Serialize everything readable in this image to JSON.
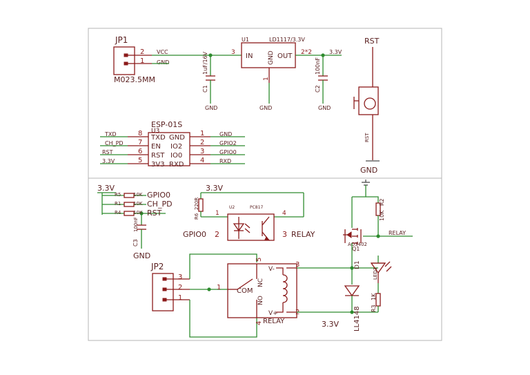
{
  "frame": {
    "border_color": "#b4b4b4"
  },
  "colors": {
    "part": "#8b1a1a",
    "wire": "#2e8b2e",
    "text": "#5a2020",
    "ground": "#4a4a4a"
  },
  "jp1": {
    "name": "JP1",
    "value": "M023.5MM",
    "pin2": "2",
    "pin1": "1",
    "net2": "VCC",
    "net1": "GND"
  },
  "c1": {
    "name": "C1",
    "value": "1uF/16V",
    "gnd": "GND"
  },
  "u1": {
    "name": "U1",
    "value": "LD1117/3.3V",
    "in": "IN",
    "gnd_pin": "GND",
    "out": "OUT",
    "pin_in": "3",
    "pin_gnd": "1",
    "pin_out": "2*2",
    "gnd_net": "GND"
  },
  "c2": {
    "name": "C2",
    "value": "100nF",
    "out_net": "3.3V",
    "gnd": "GND"
  },
  "rst_switch": {
    "name": "RST",
    "net": "RST",
    "gnd": "GND"
  },
  "esp": {
    "name": "ESP-01S",
    "ref": "U3",
    "left_nets": [
      "TXD",
      "CH_PD",
      "RST",
      "3.3V"
    ],
    "left_pins": [
      "8",
      "7",
      "6",
      "5"
    ],
    "left_labels": [
      "TXD",
      "EN",
      "RST",
      "3V3"
    ],
    "right_labels": [
      "GND",
      "IO2",
      "IO0",
      "RXD"
    ],
    "right_pins": [
      "1",
      "2",
      "3",
      "4"
    ],
    "right_nets": [
      "GND",
      "GPIO2",
      "GPIO0",
      "RXD"
    ]
  },
  "pullups": {
    "vcc": "3.3V",
    "resistors": [
      {
        "name": "R5",
        "value": "10K",
        "net": "GPIO0"
      },
      {
        "name": "R1",
        "value": "10K",
        "net": "CH_PD"
      },
      {
        "name": "R4",
        "value": "10K",
        "net": "RST"
      }
    ],
    "c3_name": "C3",
    "c3_value": "100nF",
    "gnd": "GND"
  },
  "optocoupler": {
    "vcc": "3.3V",
    "r6_name": "R6",
    "r6_value": "220R",
    "name": "U2",
    "value": "PC817",
    "pin1": "1",
    "pin2": "2",
    "pin3": "3",
    "pin4": "4",
    "in_net": "GPIO0",
    "out_net": "RELAY"
  },
  "jp2": {
    "name": "JP2",
    "pin3": "3",
    "pin2": "2",
    "pin1": "1"
  },
  "relay": {
    "com": "COM",
    "nc": "NC",
    "no": "NO",
    "vminus": "V-",
    "vplus": "V+",
    "name": "RELAY",
    "pin1": "1",
    "pin2": "2",
    "pin3": "3",
    "pin4": "4",
    "pin5": "5"
  },
  "driver": {
    "r2_name": "R2",
    "r2_value": "10K",
    "relay_net": "RELAY",
    "q1_name": "Q1",
    "q1_value": "AO3402",
    "d1_name": "D1",
    "d1_value": "LL4148",
    "led_name": "LED1",
    "r3_name": "R3",
    "r3_value": "1K",
    "vcc": "3.3V"
  }
}
